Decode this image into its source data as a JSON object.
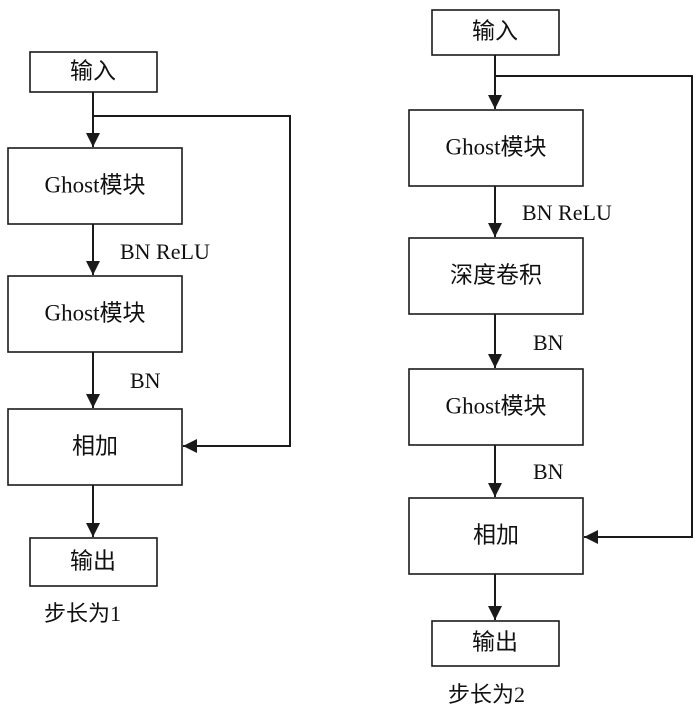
{
  "stride1": {
    "input": "输入",
    "ghost1": "Ghost模块",
    "label1": "BN ReLU",
    "ghost2": "Ghost模块",
    "label2": "BN",
    "add": "相加",
    "output": "输出",
    "caption": "步长为1"
  },
  "stride2": {
    "input": "输入",
    "ghost1": "Ghost模块",
    "label1": "BN ReLU",
    "dwconv": "深度卷积",
    "label2": "BN",
    "ghost2": "Ghost模块",
    "label3": "BN",
    "add": "相加",
    "output": "输出",
    "caption": "步长为2"
  },
  "colors": {
    "line": "#1a1a1a",
    "box_fill": "#ffffff"
  }
}
